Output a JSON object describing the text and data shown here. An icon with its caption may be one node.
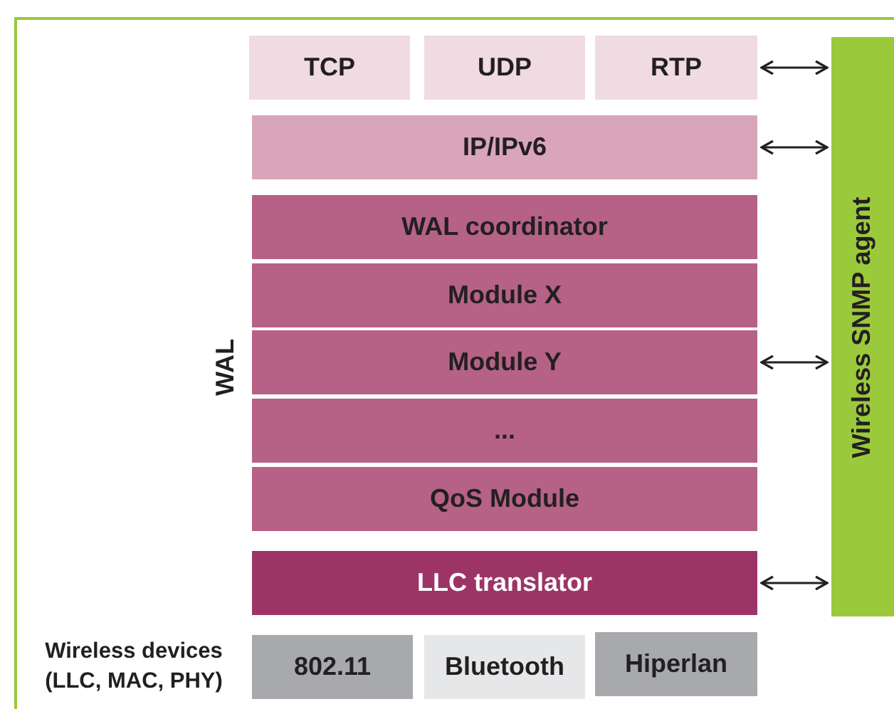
{
  "diagram": {
    "nodes": [
      {
        "text": [
          "TCP"
        ]
      },
      {
        "text": [
          "UDP"
        ]
      },
      {
        "text": [
          "RTP"
        ]
      },
      {
        "text": [
          "IP/IPv6"
        ]
      },
      {
        "text": [
          "WAL coordinator"
        ]
      },
      {
        "text": [
          "Module X"
        ]
      },
      {
        "text": [
          "Module Y"
        ]
      },
      {
        "text": [
          "..."
        ]
      },
      {
        "text": [
          "QoS Module"
        ]
      },
      {
        "text": [
          "LLC translator"
        ]
      },
      {
        "text": [
          "802.11"
        ]
      },
      {
        "text": [
          "Bluetooth"
        ]
      },
      {
        "text": [
          "Hiperlan"
        ]
      },
      {
        "text": [
          "Wireless SNMP agent"
        ]
      }
    ],
    "edges": [
      {
        "from": 2,
        "to": 13,
        "arrow": "both"
      },
      {
        "from": 3,
        "to": 13,
        "arrow": "both"
      },
      {
        "from": 6,
        "to": 13,
        "arrow": "both"
      },
      {
        "from": 9,
        "to": 13,
        "arrow": "both"
      }
    ],
    "labels": [
      "WAL",
      "Wireless devices (LLC, MAC, PHY)"
    ]
  }
}
